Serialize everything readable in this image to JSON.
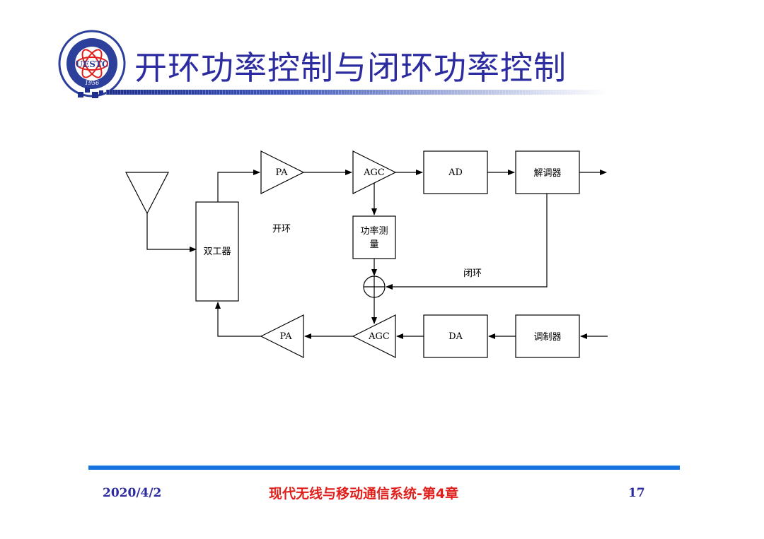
{
  "title": "开环功率控制与闭环功率控制",
  "logo": {
    "text": "UESTC",
    "year": "1956"
  },
  "diagram": {
    "pa_top": "PA",
    "agc_top": "AGC",
    "ad": "AD",
    "demodulator": "解调器",
    "duplexer": "双工器",
    "power_measure_line1": "功率测",
    "power_measure_line2": "量",
    "open_loop": "开环",
    "closed_loop": "闭环",
    "pa_bottom": "PA",
    "agc_bottom": "AGC",
    "da": "DA",
    "modulator": "调制器"
  },
  "footer": {
    "date": "2020/4/2",
    "course": "现代无线与移动通信系统-第4章",
    "page": "17"
  },
  "colors": {
    "title": "#2c2ca0",
    "footer_line": "#1673e0",
    "footer_course": "#e0201c"
  }
}
